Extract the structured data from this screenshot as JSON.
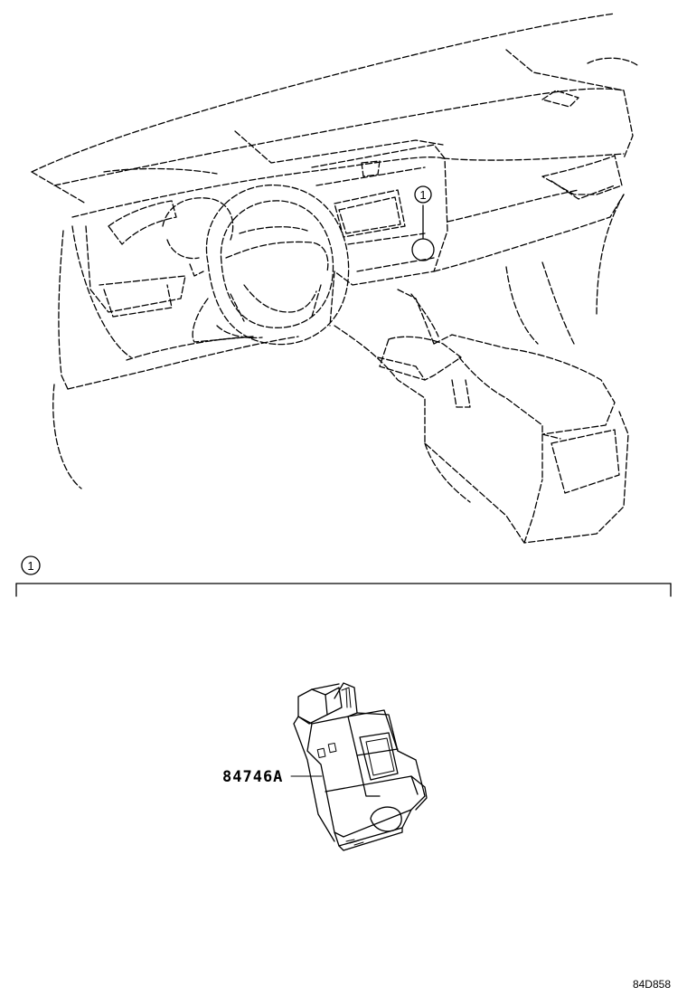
{
  "diagram": {
    "callout_top": "1",
    "section_callout": "1",
    "part_number": "84746A",
    "figure_code": "84D858"
  }
}
